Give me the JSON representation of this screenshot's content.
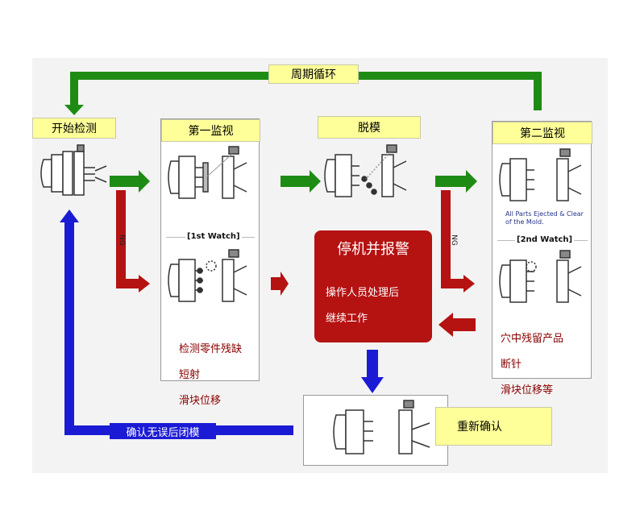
{
  "colors": {
    "green": "#1e8c14",
    "red": "#b51212",
    "blue": "#1b1bd6",
    "label_yellow": "#ffff99",
    "note_text": "#8b0000"
  },
  "cycle_label": "周期循环",
  "steps": {
    "start": "开始检测",
    "first_watch": "第一监视",
    "demold": "脱模",
    "second_watch": "第二监视"
  },
  "tags": {
    "first_watch_tag": "[1st Watch]",
    "second_watch_tag": "[2nd Watch]"
  },
  "ng_label": "NG",
  "ejected_caption": "All Parts Ejected & Clear of the Mold.",
  "first_watch_notes": [
    "检测零件残缺",
    "短射",
    "滑块位移"
  ],
  "second_watch_notes": [
    "穴中残留产品",
    "断针",
    "滑块位移等"
  ],
  "alarm": {
    "title": "停机并报警",
    "subtitle_lines": [
      "操作人员处理后",
      "继续工作"
    ]
  },
  "reconfirm_label": "重新确认",
  "close_mold_label": "确认无误后闭模",
  "icons": [
    "green-arrow-icon",
    "red-arrow-icon",
    "blue-arrow-icon",
    "mold-icon",
    "camera-icon"
  ]
}
